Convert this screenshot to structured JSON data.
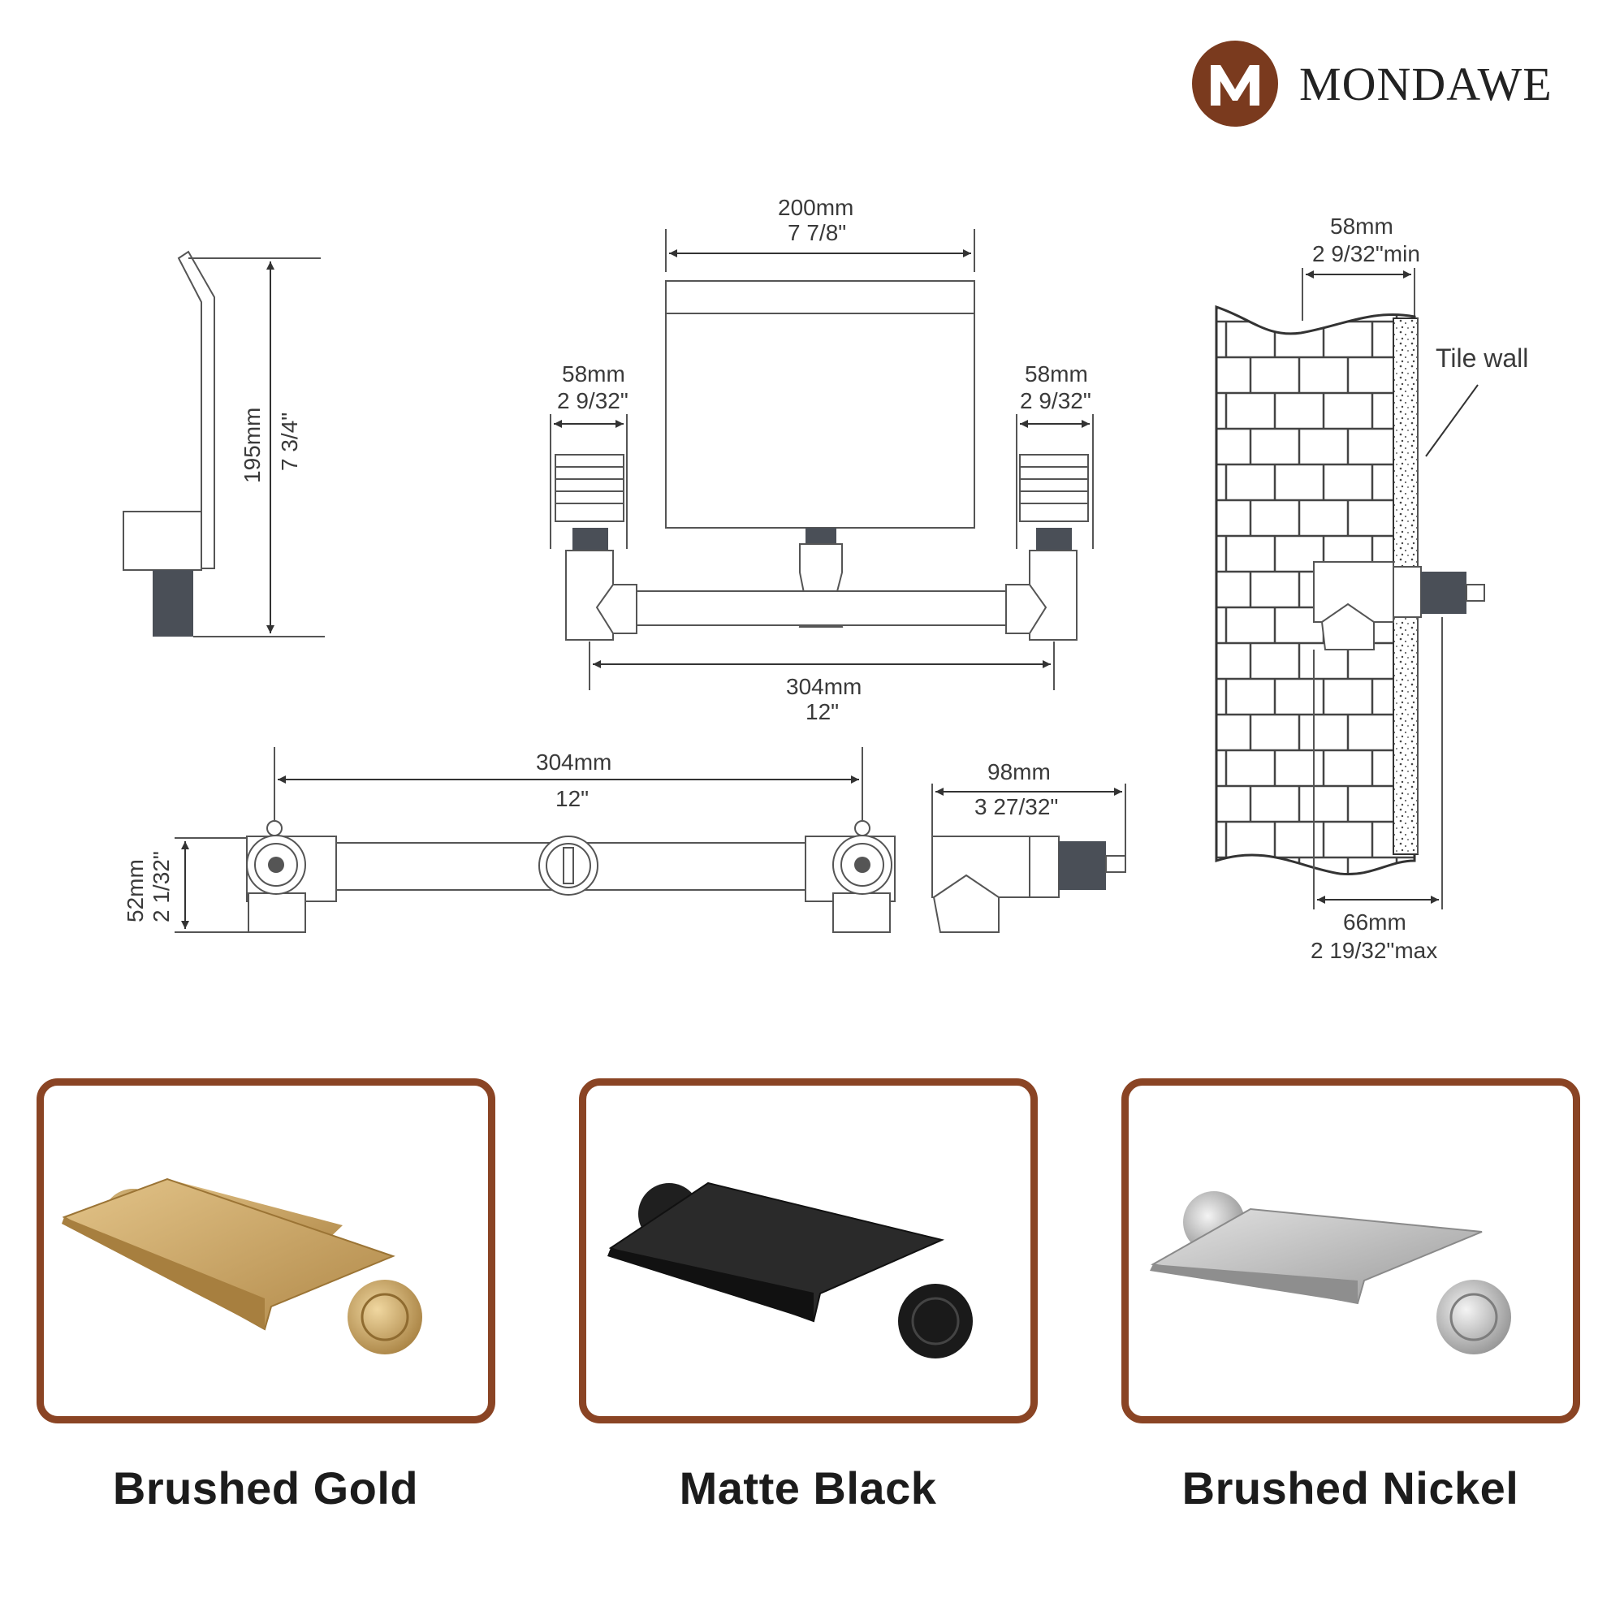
{
  "brand": {
    "name": "MONDAWE",
    "logo_letter": "M",
    "logo_color": "#7a3a1e"
  },
  "dimensions": {
    "spout_height_mm": "195mm",
    "spout_height_in": "7 3/4\"",
    "spout_width_mm": "200mm",
    "spout_width_in": "7 7/8\"",
    "handle_left_mm": "58mm",
    "handle_left_in": "2 9/32\"",
    "handle_right_mm": "58mm",
    "handle_right_in": "2 9/32\"",
    "valve_spread_mm": "304mm",
    "valve_spread_in": "12\"",
    "rough_spread_mm": "304mm",
    "rough_spread_in": "12\"",
    "rough_height_mm": "52mm",
    "rough_height_in": "2 1/32\"",
    "rough_depth_mm": "98mm",
    "rough_depth_in": "3 27/32\"",
    "wall_min_mm": "58mm",
    "wall_min_in": "2 9/32\"min",
    "wall_max_mm": "66mm",
    "wall_max_in": "2 19/32\"max",
    "tile_wall_label": "Tile wall"
  },
  "finishes": [
    {
      "name": "Brushed Gold",
      "color": "#c9a25a"
    },
    {
      "name": "Matte Black",
      "color": "#1e1e1e"
    },
    {
      "name": "Brushed Nickel",
      "color": "#b9b9b9"
    }
  ],
  "accent_color": "#8a4424"
}
